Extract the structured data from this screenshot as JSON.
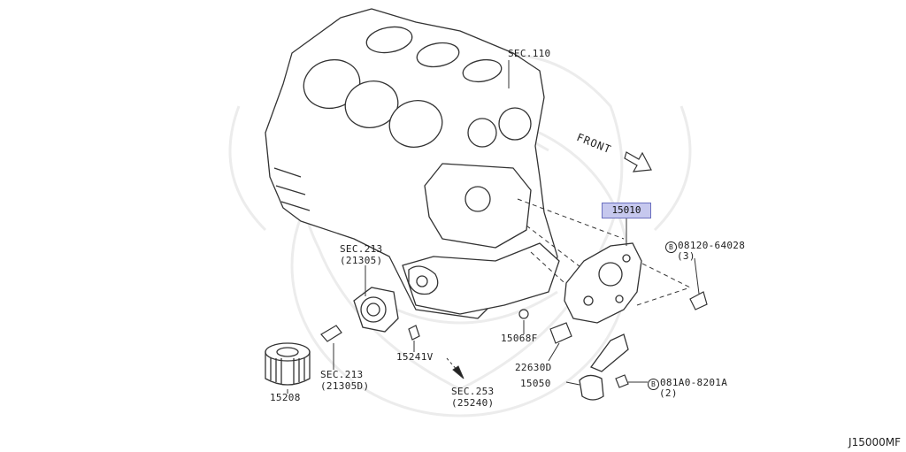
{
  "labels": {
    "sec110": "SEC.110",
    "front": "FRONT",
    "part_oil_pump": "15010",
    "bolt_top_code": "08120-64028",
    "bolt_top_qty": "(3)",
    "sec213_a": "SEC.213",
    "sec213_a_sub": "(21305)",
    "sec213_b": "SEC.213",
    "sec213_b_sub": "(21305D)",
    "part_15208": "15208",
    "part_15241v": "15241V",
    "part_15068f": "15068F",
    "part_22630d": "22630D",
    "part_15050": "15050",
    "bolt_bottom_code": "081A0-8201A",
    "bolt_bottom_qty": "(2)",
    "sec253": "SEC.253",
    "sec253_sub": "(25240)",
    "bolt_mark": "B",
    "diagram_code": "J15000MF"
  },
  "colors": {
    "highlight_fill": "#c6c8ee",
    "highlight_border": "#6a6fbf",
    "line": "#333333",
    "watermark": "#eeeeee"
  }
}
